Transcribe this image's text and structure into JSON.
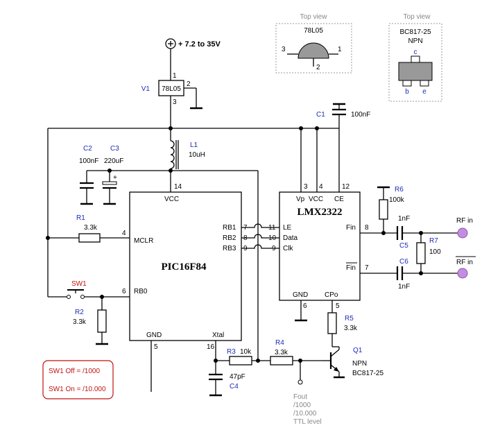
{
  "supply": {
    "label": "+ 7.2 to 35V"
  },
  "top_view_78l05": {
    "title": "Top view",
    "part": "78L05",
    "pin1": "1",
    "pin2": "2",
    "pin3": "3"
  },
  "top_view_bc817": {
    "title": "Top view",
    "part": "BC817-25",
    "type": "NPN",
    "pin_c": "c",
    "pin_b": "b",
    "pin_e": "e"
  },
  "v1": {
    "ref": "V1",
    "part": "78L05",
    "pin1": "1",
    "pin2": "2",
    "pin3": "3"
  },
  "c1": {
    "ref": "C1",
    "value": "100nF"
  },
  "c2": {
    "ref": "C2",
    "value": "100nF"
  },
  "c3": {
    "ref": "C3",
    "value": "220uF",
    "polarity": "+"
  },
  "l1": {
    "ref": "L1",
    "value": "10uH"
  },
  "r1": {
    "ref": "R1",
    "value": "3.3k"
  },
  "r2": {
    "ref": "R2",
    "value": "3.3k"
  },
  "r3": {
    "ref": "R3",
    "value": "10k"
  },
  "r4": {
    "ref": "R4",
    "value": "3.3k"
  },
  "r5": {
    "ref": "R5",
    "value": "3.3k"
  },
  "r6": {
    "ref": "R6",
    "value": "100k"
  },
  "r7": {
    "ref": "R7",
    "value": "100"
  },
  "c4": {
    "ref": "C4",
    "value": "47pF"
  },
  "c5": {
    "ref": "C5",
    "value": "1nF"
  },
  "c6": {
    "ref": "C6",
    "value": "1nF"
  },
  "sw1": {
    "ref": "SW1"
  },
  "q1": {
    "ref": "Q1",
    "type": "NPN",
    "part": "BC817-25"
  },
  "pic": {
    "name": "PIC16F84",
    "vcc": "VCC",
    "vcc_pin": "14",
    "mclr": "MCLR",
    "mclr_pin": "4",
    "rb0": "RB0",
    "rb0_pin": "6",
    "rb1": "RB1",
    "rb1_pin": "7",
    "rb2": "RB2",
    "rb2_pin": "8",
    "rb3": "RB3",
    "rb3_pin": "9",
    "gnd": "GND",
    "gnd_pin": "5",
    "xtal": "Xtal",
    "xtal_pin": "16"
  },
  "lmx": {
    "name": "LMX2322",
    "vp": "Vp",
    "vp_pin": "3",
    "vcc": "VCC",
    "vcc_pin": "4",
    "ce": "CE",
    "ce_pin": "12",
    "le": "LE",
    "le_pin": "11",
    "data": "Data",
    "data_pin": "10",
    "clk": "Clk",
    "clk_pin": "9",
    "fin": "Fin",
    "fin_pin": "8",
    "finb": "Fin",
    "finb_pin": "7",
    "gnd": "GND",
    "gnd_pin": "6",
    "cpo": "CPo",
    "cpo_pin": "5"
  },
  "rf_in": {
    "label": "RF in"
  },
  "rf_in_b": {
    "label": "RF in"
  },
  "fout": {
    "line1": "Fout",
    "line2": "/1000",
    "line3": "/10.000",
    "line4": "TTL level"
  },
  "sw_note": {
    "off": "SW1 Off = /1000",
    "on": "SW1 On = /10.000"
  },
  "colors": {
    "reference": "#1c2ab8",
    "note_red": "#c0120f",
    "rf_terminal": "#c48ee0",
    "transistor_fill": "#9a9a9a"
  }
}
